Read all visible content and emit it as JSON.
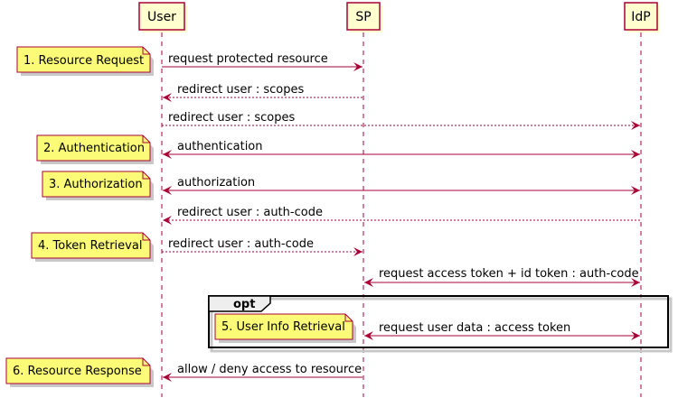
{
  "participants": [
    {
      "id": "user",
      "label": "User"
    },
    {
      "id": "sp",
      "label": "SP"
    },
    {
      "id": "idp",
      "label": "IdP"
    }
  ],
  "fragment": {
    "keyword": "opt"
  },
  "messages": [
    {
      "label": "request protected resource",
      "from": "user",
      "to": "sp",
      "style": "solid",
      "arrows": "end"
    },
    {
      "label": "redirect user : scopes",
      "from": "sp",
      "to": "user",
      "style": "dashed",
      "arrows": "end"
    },
    {
      "label": "redirect user : scopes",
      "from": "user",
      "to": "idp",
      "style": "dashed",
      "arrows": "end"
    },
    {
      "label": "authentication",
      "from": "user",
      "to": "idp",
      "style": "solid",
      "arrows": "both"
    },
    {
      "label": "authorization",
      "from": "user",
      "to": "idp",
      "style": "solid",
      "arrows": "both"
    },
    {
      "label": "redirect user : auth-code",
      "from": "idp",
      "to": "user",
      "style": "dashed",
      "arrows": "end"
    },
    {
      "label": "redirect user : auth-code",
      "from": "user",
      "to": "sp",
      "style": "dashed",
      "arrows": "end"
    },
    {
      "label": "request access token + id token : auth-code",
      "from": "sp",
      "to": "idp",
      "style": "solid",
      "arrows": "both"
    },
    {
      "label": "request user data : access token",
      "from": "sp",
      "to": "idp",
      "style": "solid",
      "arrows": "both"
    },
    {
      "label": "allow / deny access to resource",
      "from": "sp",
      "to": "user",
      "style": "solid",
      "arrows": "end"
    }
  ],
  "notes": [
    {
      "label": "1. Resource Request"
    },
    {
      "label": "2. Authentication"
    },
    {
      "label": "3. Authorization"
    },
    {
      "label": "4. Token Retrieval"
    },
    {
      "label": "5. User Info Retrieval"
    },
    {
      "label": "6. Resource Response"
    }
  ]
}
